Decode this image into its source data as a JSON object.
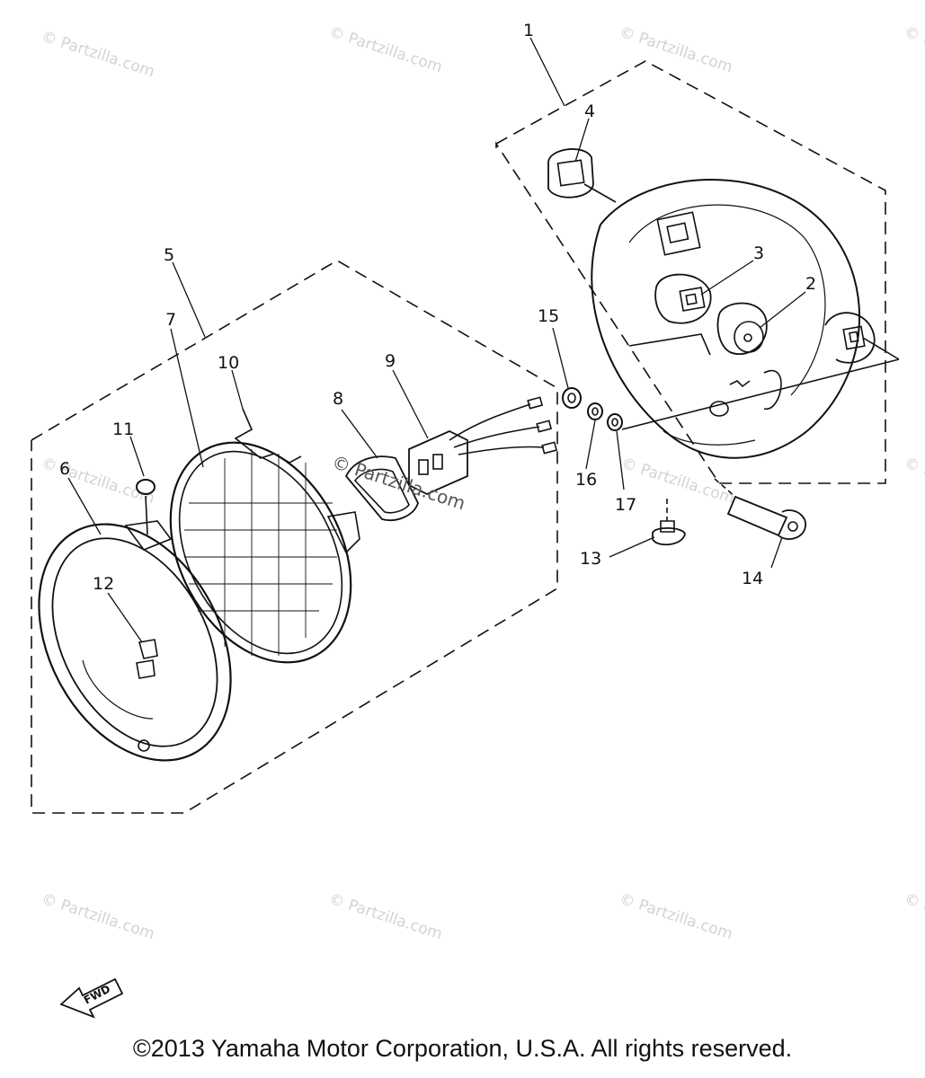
{
  "diagram": {
    "callouts": {
      "c1": "1",
      "c2": "2",
      "c3": "3",
      "c4": "4",
      "c5": "5",
      "c6": "6",
      "c7": "7",
      "c8": "8",
      "c9": "9",
      "c10": "10",
      "c11": "11",
      "c12": "12",
      "c13": "13",
      "c14": "14",
      "c15": "15",
      "c16": "16",
      "c17": "17"
    },
    "watermark": "© Partzilla.com",
    "watermark_center": "© Partzilla.com",
    "fwd_label": "FWD",
    "colors": {
      "line": "#111111",
      "watermark": "#d3d3d3",
      "background": "#ffffff"
    }
  },
  "footer": {
    "copyright": "©2013 Yamaha Motor Corporation, U.S.A. All rights reserved."
  }
}
